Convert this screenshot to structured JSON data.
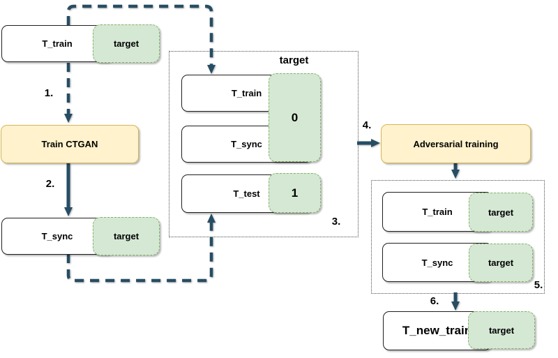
{
  "steps": [
    "1.",
    "2.",
    "3.",
    "4.",
    "5.",
    "6."
  ],
  "pipeline": {
    "t_train_source": {
      "label": "T_train",
      "tag": "target"
    },
    "train_ctgan": {
      "label": "Train CTGAN"
    },
    "t_sync_source": {
      "label": "T_sync",
      "tag": "target"
    },
    "adversarial_training": {
      "label": "Adversarial training"
    },
    "t_new_train": {
      "label": "T_new_train",
      "tag": "target"
    }
  },
  "discriminator_dataset": {
    "header": "target",
    "rows": [
      {
        "label": "T_train"
      },
      {
        "label": "T_sync"
      },
      {
        "label": "T_test"
      }
    ],
    "badges": [
      {
        "value": "0"
      },
      {
        "value": "1"
      }
    ]
  },
  "relabeled_dataset": {
    "rows": [
      {
        "label": "T_train",
        "tag": "target"
      },
      {
        "label": "T_sync",
        "tag": "target"
      }
    ]
  },
  "colors": {
    "arrow": "#264d63",
    "process_fill": "#fff2cc",
    "process_border": "#d6b656",
    "tag_fill": "#d5e8d4",
    "tag_border": "#82b366"
  }
}
